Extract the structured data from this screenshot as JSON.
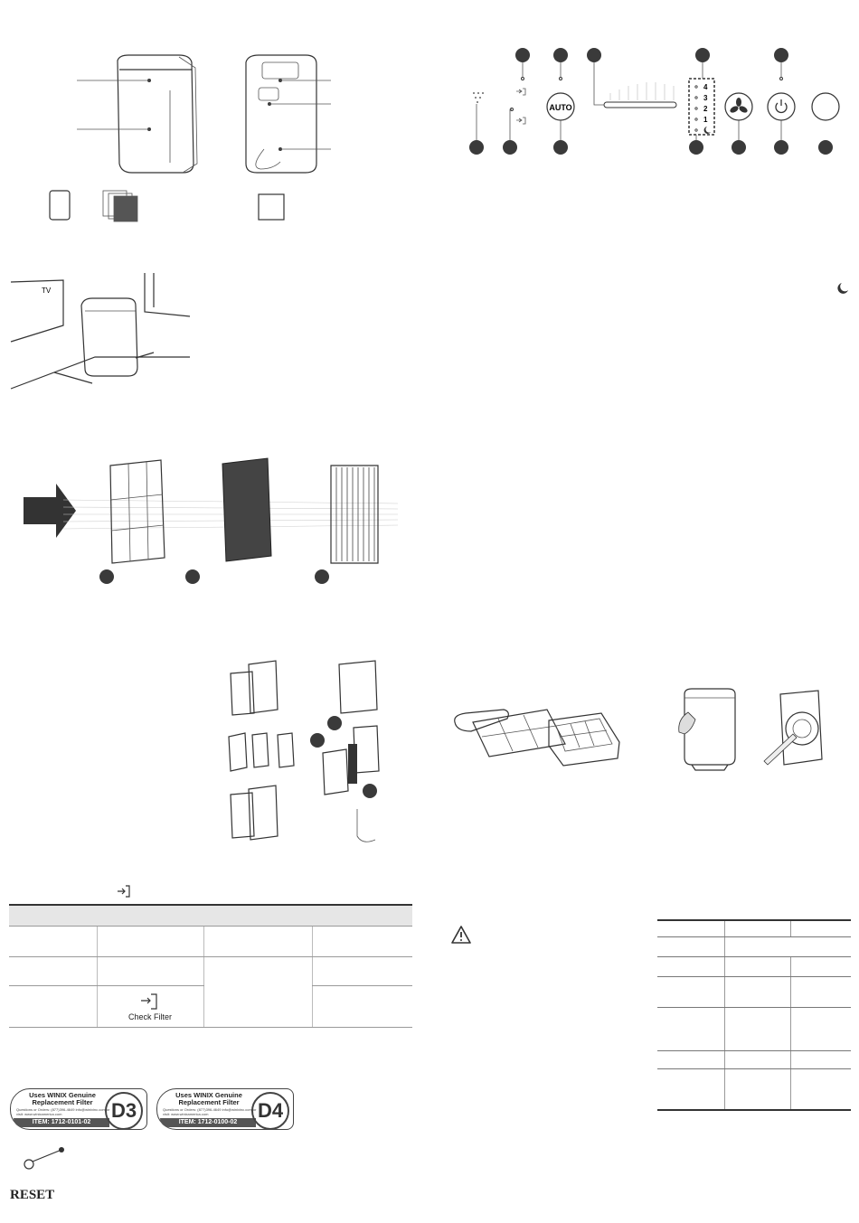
{
  "panel": {
    "auto_label": "AUTO",
    "speed_levels": [
      "4",
      "3",
      "2",
      "1"
    ]
  },
  "placement": {
    "tv_label": "TV"
  },
  "filter_table": {
    "check_filter_label": "Check Filter"
  },
  "badges": [
    {
      "line1": "Uses WINIX Genuine",
      "line2": "Replacement Filter",
      "contact": "Questions or Orders: (877)396-4649 info@winixinc.com or visit: www.winixamerica.com",
      "item": "ITEM: 1712-0101-02",
      "code": "D3"
    },
    {
      "line1": "Uses WINIX Genuine",
      "line2": "Replacement Filter",
      "contact": "Questions or Orders: (877)396-4649 info@winixinc.com or visit: www.winixamerica.com",
      "item": "ITEM: 1712-0100-02",
      "code": "D4"
    }
  ],
  "reset": {
    "label": "RESET"
  },
  "colors": {
    "ink": "#333333",
    "header_fill": "#e6e6e6"
  }
}
